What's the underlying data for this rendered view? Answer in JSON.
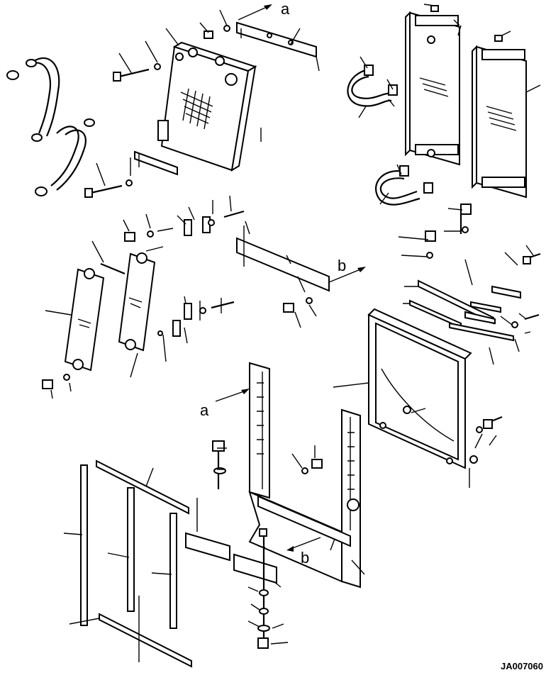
{
  "figure": {
    "drawing_code": "JA007060",
    "callouts": {
      "a_top": "a",
      "a_frame": "a",
      "b_bracket": "b",
      "b_frame": "b"
    }
  }
}
